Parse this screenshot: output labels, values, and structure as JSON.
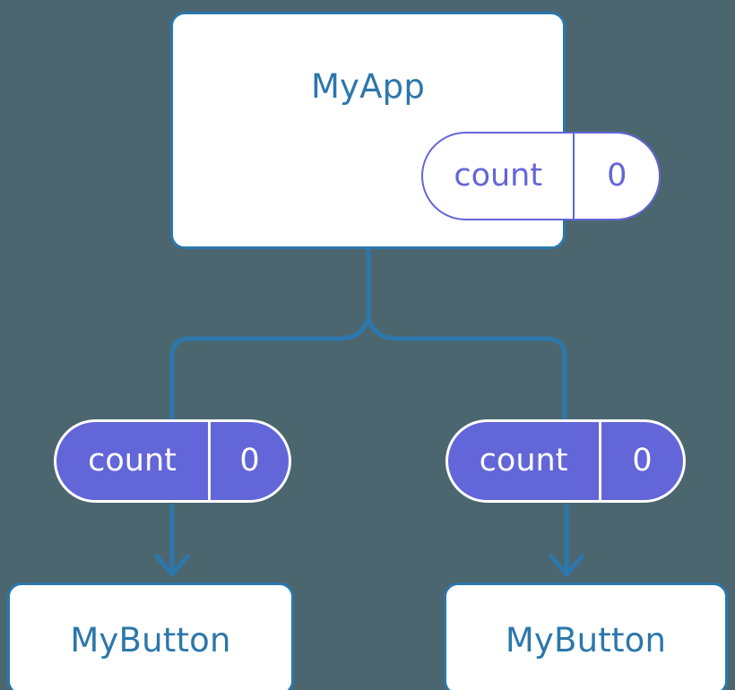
{
  "diagram": {
    "title": "MyApp component tree with shared count state",
    "background_color": "#4c6670",
    "blue": "#2c77ab",
    "purple": "#6366d8",
    "white": "#ffffff"
  },
  "root": {
    "label": "MyApp",
    "state": {
      "key": "count",
      "value": "0"
    }
  },
  "children": [
    {
      "state": {
        "key": "count",
        "value": "0"
      },
      "label": "MyButton"
    },
    {
      "state": {
        "key": "count",
        "value": "0"
      },
      "label": "MyButton"
    }
  ],
  "connectors": {
    "stem_label": "root-to-branch-stem",
    "branch_label": "branch-bar",
    "arrow_left_label": "state-to-button-arrow-left",
    "arrow_right_label": "state-to-button-arrow-right"
  }
}
